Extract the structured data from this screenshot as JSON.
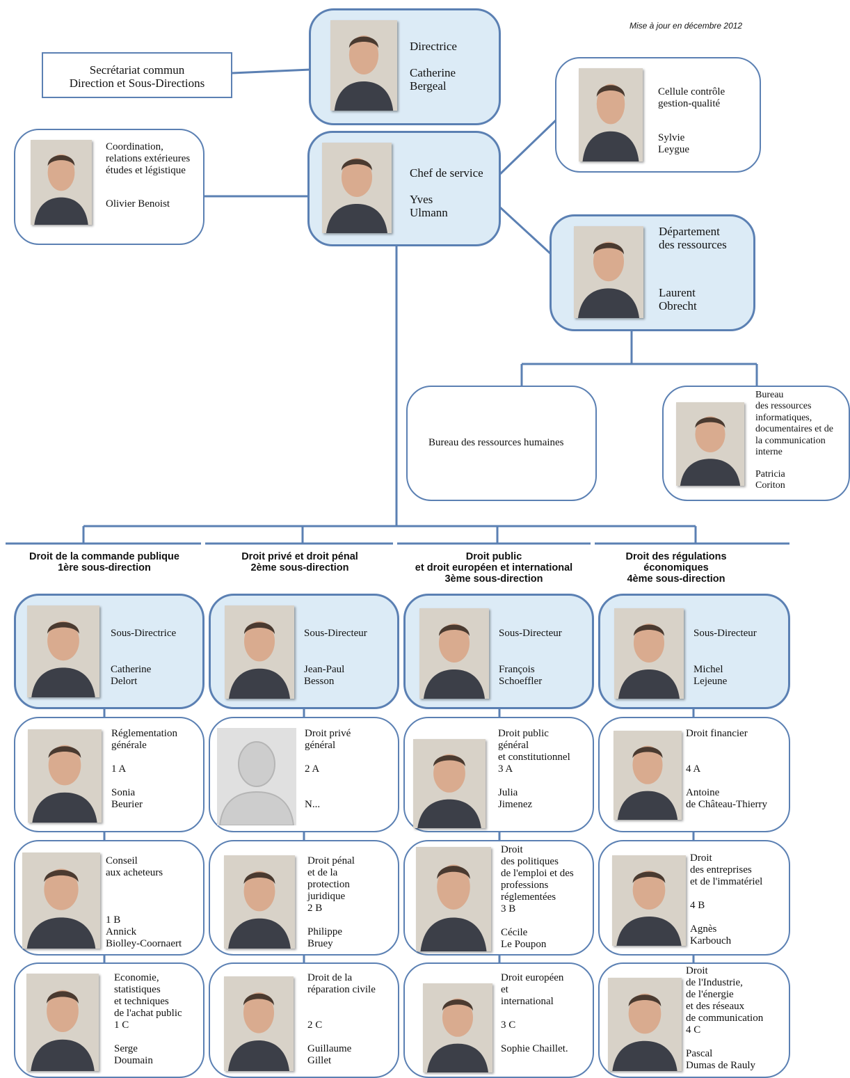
{
  "update_note": "Mise à jour en décembre 2012",
  "top": {
    "directrice": {
      "role": "Directrice",
      "name": "Catherine\nBergeal"
    },
    "secretariat": "Secrétariat commun\nDirection et Sous-Directions",
    "chef": {
      "role": "Chef de service",
      "name": "Yves\nUlmann"
    },
    "coordination": {
      "role": "Coordination,\nrelations extérieures\nétudes et légistique",
      "name": "Olivier Benoist"
    },
    "cellule": {
      "role": "Cellule contrôle\ngestion-qualité",
      "name": "Sylvie\nLeygue"
    },
    "departement": {
      "role": "Département\ndes ressources",
      "name": "Laurent\nObrecht"
    },
    "bureau_rh": "Bureau des ressources humaines",
    "bureau_info": {
      "role": "Bureau\ndes ressources\ninformatiques,\ndocumentaires et de\nla communication\ninterne",
      "name": "Patricia\nCoriton"
    }
  },
  "columns": [
    {
      "header": "Droit de la commande publique\n1ère sous-direction",
      "head": {
        "role": "Sous-Directrice",
        "name": "Catherine\nDelort"
      },
      "bureaux": [
        {
          "text": "Réglementation\ngénérale\n\n1 A\n\nSonia\nBeurier"
        },
        {
          "text": "Conseil\naux acheteurs\n\n\n\n1 B\nAnnick\nBiolley-Coornaert"
        },
        {
          "text": "Economie,\nstatistiques\net techniques\nde l'achat public\n1 C\n\nSerge\nDoumain"
        }
      ]
    },
    {
      "header": "Droit privé et droit pénal\n2ème sous-direction",
      "head": {
        "role": "Sous-Directeur",
        "name": "Jean-Paul\nBesson"
      },
      "bureaux": [
        {
          "text": "Droit privé\ngénéral\n\n2 A\n\n\nN..."
        },
        {
          "text": "Droit pénal\net de la\nprotection\njuridique\n2 B\n\nPhilippe\nBruey"
        },
        {
          "text": "Droit de la\nréparation civile\n\n\n2 C\n\nGuillaume\nGillet"
        }
      ]
    },
    {
      "header": "Droit public\net droit européen et international\n3ème sous-direction",
      "head": {
        "role": "Sous-Directeur",
        "name": "François\nSchoeffler"
      },
      "bureaux": [
        {
          "text": "Droit public\ngénéral\net constitutionnel\n3 A\n\nJulia\nJimenez"
        },
        {
          "text": "Droit\ndes politiques\nde l'emploi et des\nprofessions\nréglementées\n3 B\n\nCécile\nLe Poupon"
        },
        {
          "text": "Droit  européen\net\ninternational\n\n3 C\n\nSophie Chaillet."
        }
      ]
    },
    {
      "header": "Droit des régulations\néconomiques\n4ème sous-direction",
      "head": {
        "role": "Sous-Directeur",
        "name": "Michel\nLejeune"
      },
      "bureaux": [
        {
          "text": "Droit financier\n\n\n4 A\n\nAntoine\nde Château-Thierry"
        },
        {
          "text": "Droit\ndes entreprises\net de l'immatériel\n\n4 B\n\nAgnès\nKarbouch"
        },
        {
          "text": "Droit\nde l'Industrie,\nde l'énergie\net des réseaux\nde communication\n4 C\n\nPascal\nDumas de Rauly"
        }
      ]
    }
  ],
  "colors": {
    "line": "#5b80b3",
    "box_fill": "#dcebf6"
  }
}
